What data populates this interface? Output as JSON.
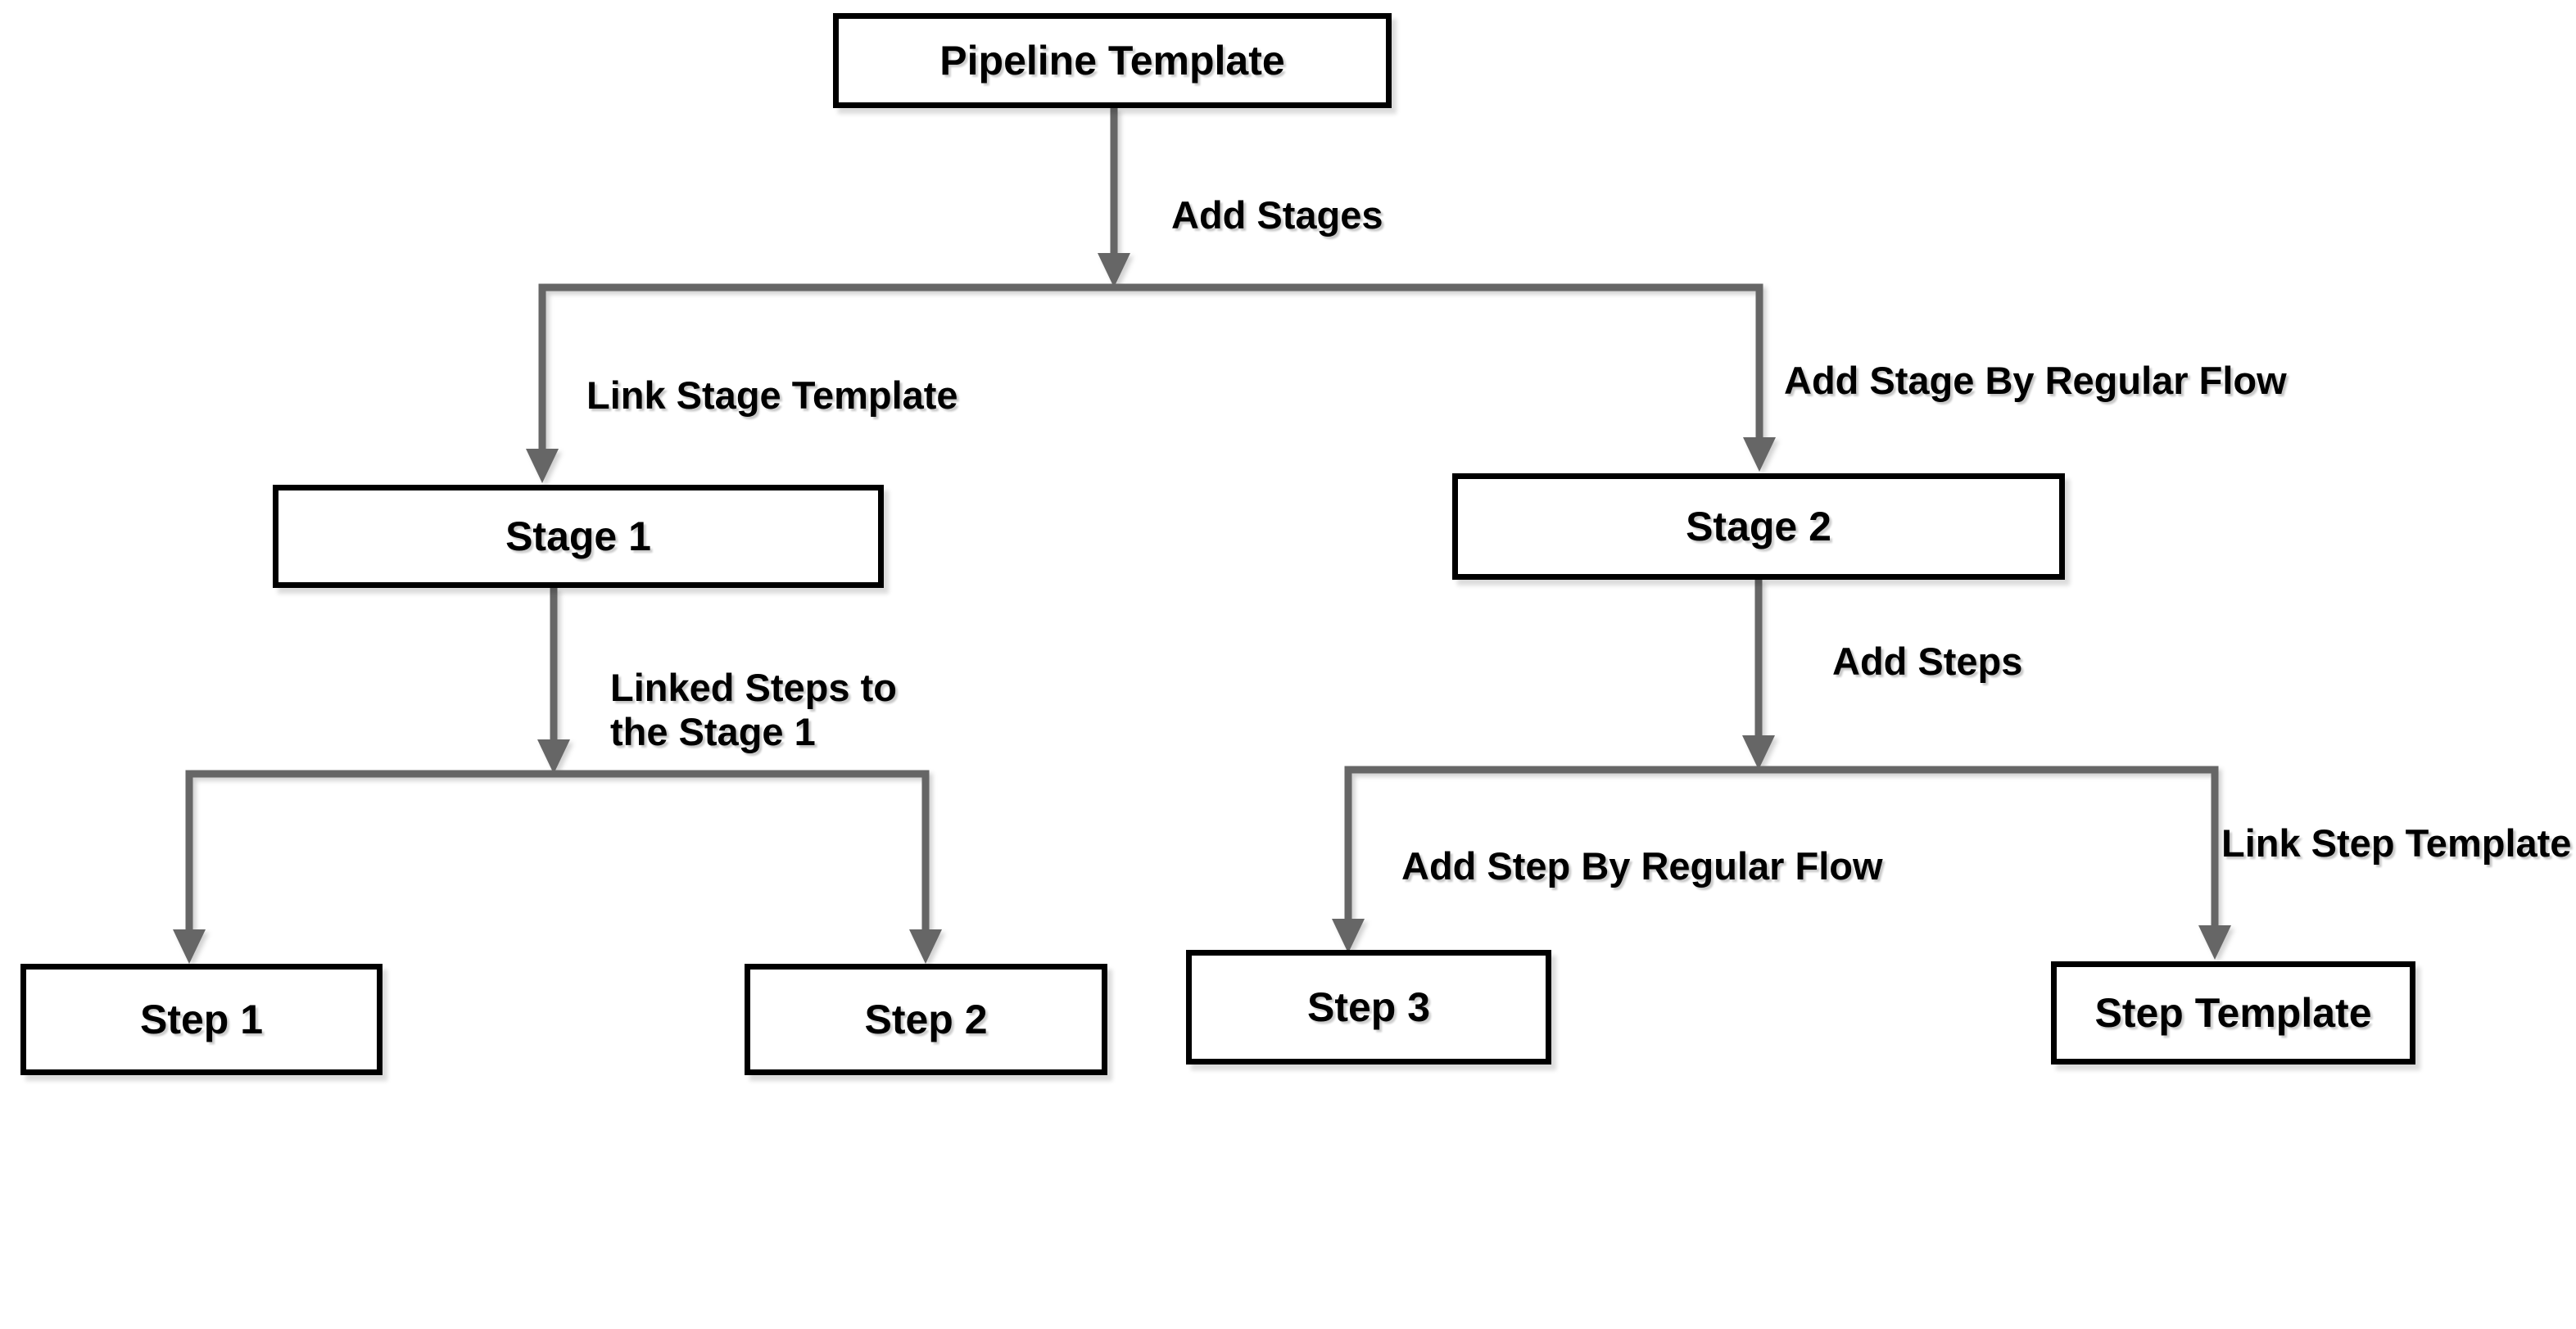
{
  "diagram": {
    "title": "Pipeline Template flow diagram",
    "colors": {
      "background": "#ffffff",
      "node_fill": "#ffffff",
      "node_border": "#000000",
      "text": "#000000",
      "connector": "#666666"
    },
    "nodes": {
      "pipeline_template": {
        "label": "Pipeline Template"
      },
      "stage_1": {
        "label": "Stage 1"
      },
      "stage_2": {
        "label": "Stage 2"
      },
      "step_1": {
        "label": "Step 1"
      },
      "step_2": {
        "label": "Step 2"
      },
      "step_3": {
        "label": "Step 3"
      },
      "step_template": {
        "label": "Step Template"
      }
    },
    "edge_labels": {
      "add_stages": "Add Stages",
      "link_stage_template": "Link Stage Template",
      "add_stage_by_regular_flow": "Add Stage By Regular Flow",
      "linked_steps_to_stage_1": "Linked Steps to\nthe Stage 1",
      "add_steps": "Add Steps",
      "add_step_by_regular_flow": "Add Step By Regular Flow",
      "link_step_template": "Link Step Template"
    },
    "edges": [
      {
        "from": "pipeline_template",
        "to": "stage_1",
        "label": "Add Stages + Link Stage Template"
      },
      {
        "from": "pipeline_template",
        "to": "stage_2",
        "label": "Add Stages + Add Stage By Regular Flow"
      },
      {
        "from": "stage_1",
        "to": "step_1",
        "label": "Linked Steps to the Stage 1"
      },
      {
        "from": "stage_1",
        "to": "step_2",
        "label": "Linked Steps to the Stage 1"
      },
      {
        "from": "stage_2",
        "to": "step_3",
        "label": "Add Steps + Add Step By Regular Flow"
      },
      {
        "from": "stage_2",
        "to": "step_template",
        "label": "Add Steps + Link Step Template"
      }
    ]
  }
}
